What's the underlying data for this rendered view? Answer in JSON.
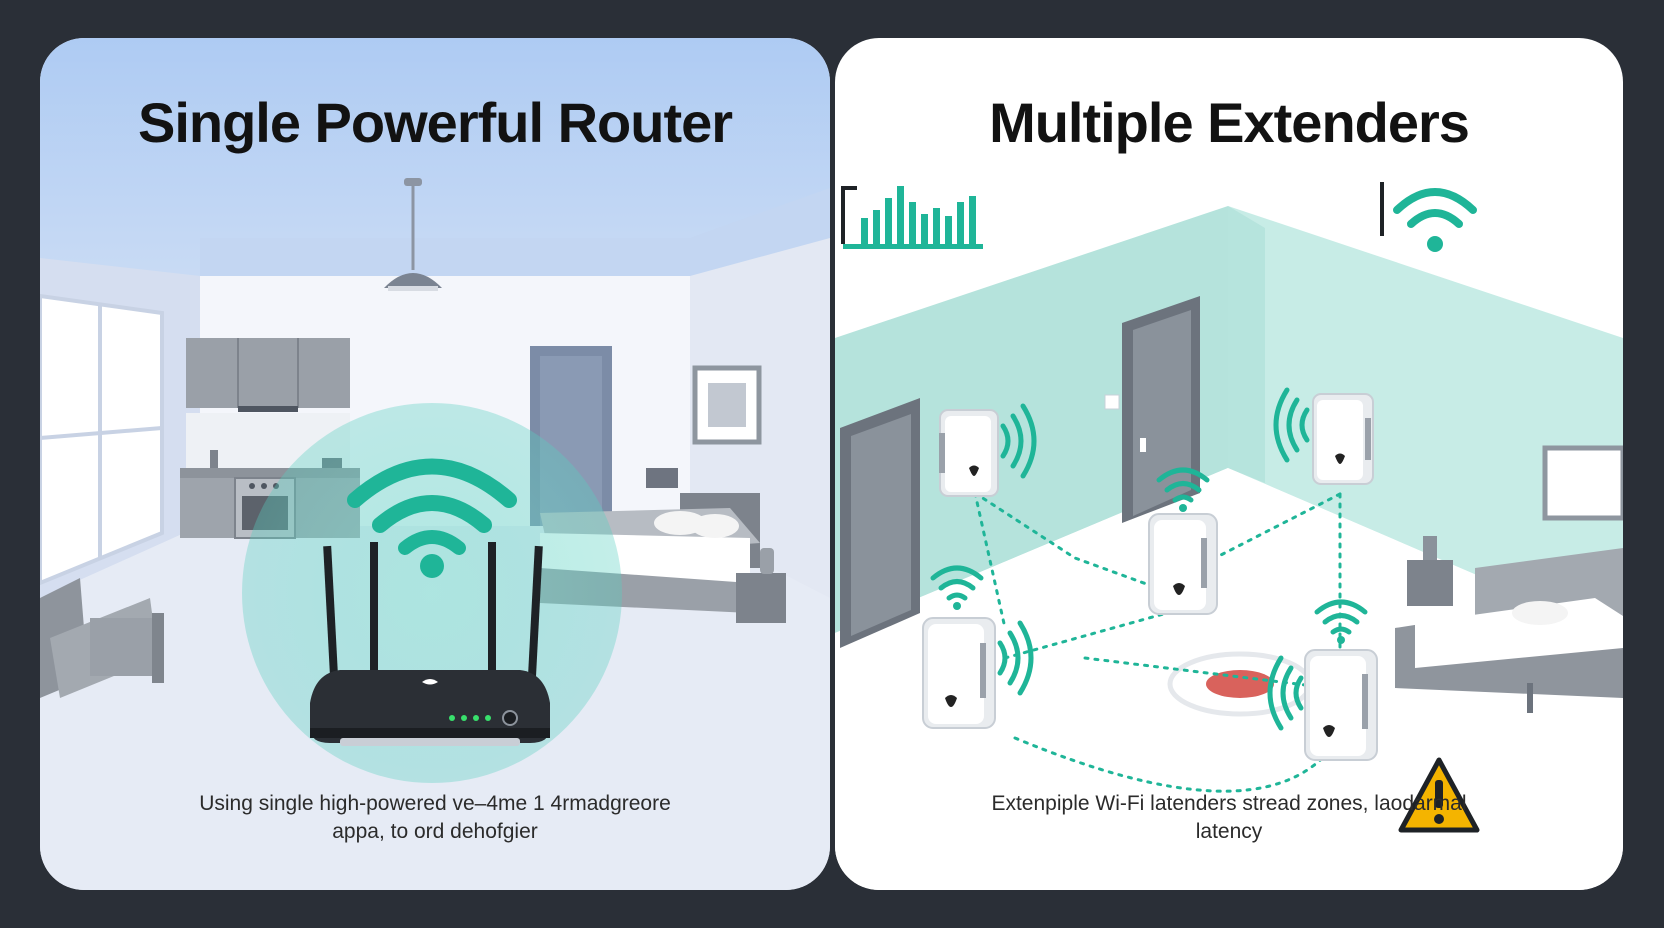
{
  "left_panel": {
    "title": "Single Powerful Router",
    "caption_line1": "Using single high-powered ve–4me 1 4rmadgreore",
    "caption_line2": "appa, to ord dehofgier"
  },
  "right_panel": {
    "title": "Multiple Extenders",
    "caption_line1": "Extenpiple Wi-Fi latenders  stread zones,  laodarmal",
    "caption_line2": "latency"
  },
  "icons": {
    "router": "wireless-router-icon",
    "wifi": "wifi-icon",
    "signal": "signal-bars-icon",
    "warning": "warning-triangle-icon",
    "extender": "wifi-extender-icon"
  },
  "colors": {
    "accent": "#1fb598",
    "warning": "#f4b400",
    "dead_zone": "#d9625c",
    "frame": "#2a2f37"
  }
}
